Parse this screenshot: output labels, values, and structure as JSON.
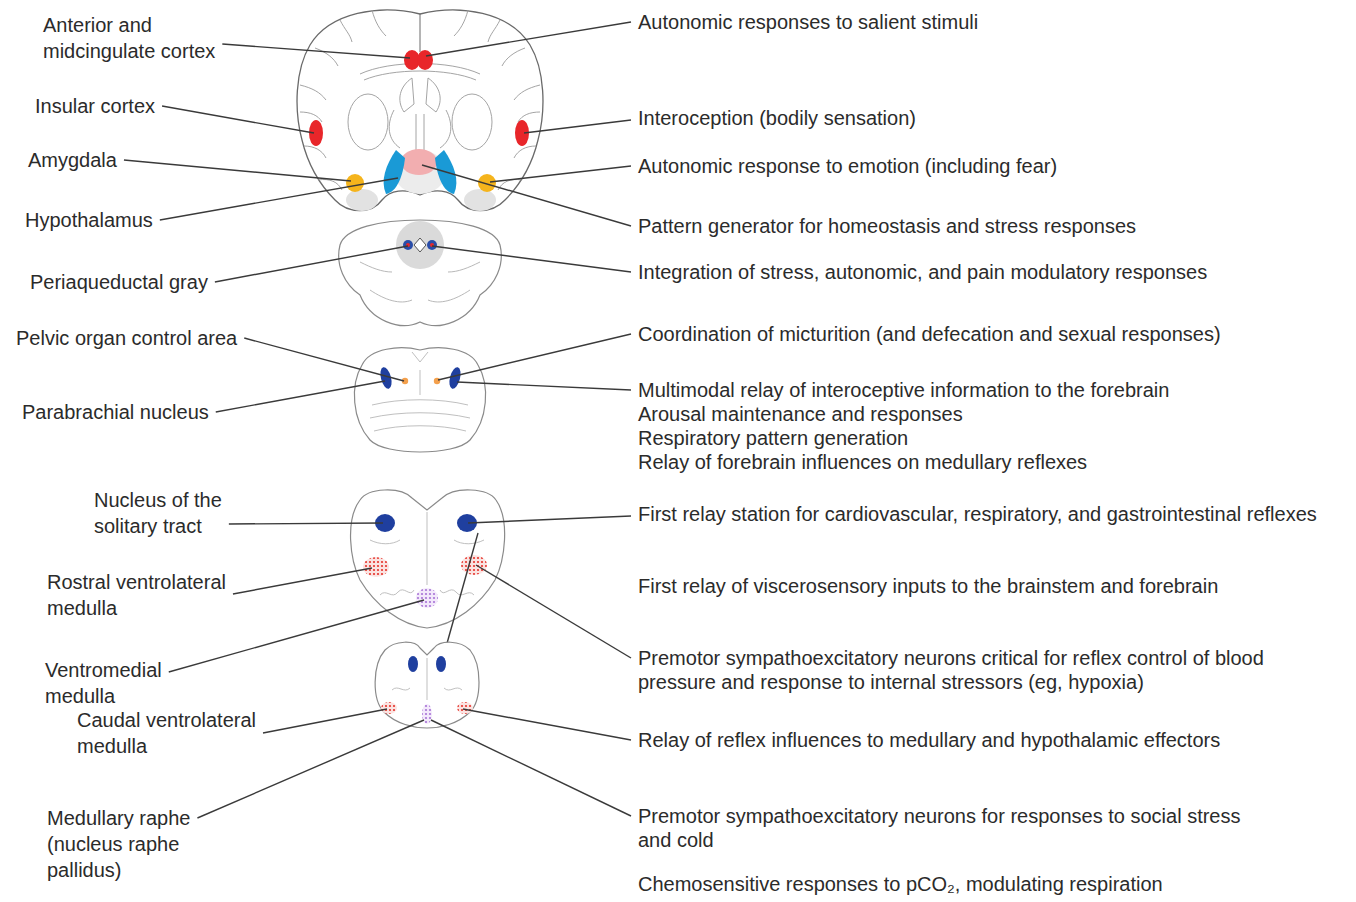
{
  "diagram": {
    "labels": [
      "Anterior and midcingulate cortex",
      "Autonomic responses to salient stimuli",
      "Insular cortex",
      "Interoception (bodily sensation)",
      "Amygdala",
      "Autonomic response to emotion (including fear)",
      "Hypothalamus",
      "Pattern generator for homeostasis and stress responses",
      "Periaqueductal gray",
      "Integration of stress, autonomic, and pain modulatory responses",
      "Pelvic organ control area",
      "Coordination of micturition (and defecation and sexual responses)",
      "Multimodal relay of interoceptive information to the forebrain",
      "Parabrachial nucleus",
      "Arousal maintenance and responses",
      "Respiratory pattern generation",
      "Relay of forebrain influences on medullary reflexes",
      "Nucleus of the solitary tract",
      "First relay station for cardiovascular, respiratory, and gastrointestinal reflexes",
      "Rostral ventrolateral medulla",
      "First relay of viscerosensory inputs to the brainstem and forebrain",
      "Premotor sympathoexcitatory neurons critical for reflex control of blood pressure and response to internal stressors (eg, hypoxia)",
      "Ventromedial medulla",
      "Caudal ventrolateral medulla",
      "Relay of reflex influences to medullary and hypothalamic effectors",
      "Medullary raphe (nucleus raphe pallidus)",
      "Premotor sympathoexcitatory neurons for responses to social stress and cold",
      "Chemosensitive responses to pCO₂, modulating respiration"
    ]
  }
}
